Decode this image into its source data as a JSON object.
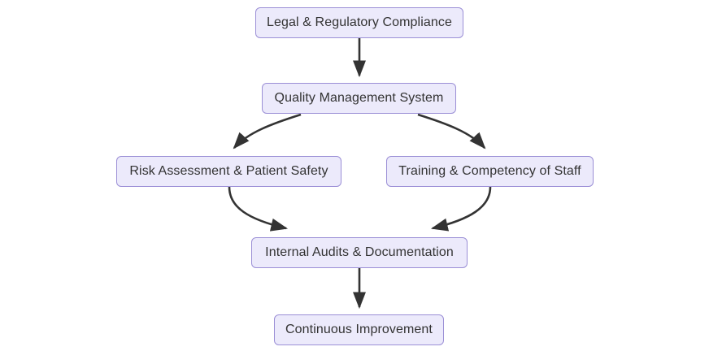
{
  "diagram": {
    "type": "flowchart",
    "direction": "top-to-bottom",
    "background_color": "#ffffff",
    "node_fill_color": "#ECEAFB",
    "node_border_color": "#9B8FD6",
    "node_text_color": "#333333",
    "edge_color": "#333333",
    "nodes": [
      {
        "id": "legal",
        "label": "Legal & Regulatory Compliance"
      },
      {
        "id": "quality",
        "label": "Quality Management System"
      },
      {
        "id": "risk",
        "label": "Risk Assessment & Patient Safety"
      },
      {
        "id": "training",
        "label": "Training & Competency of Staff"
      },
      {
        "id": "audits",
        "label": "Internal Audits & Documentation"
      },
      {
        "id": "improve",
        "label": "Continuous Improvement"
      }
    ],
    "edges": [
      {
        "id": "edge-legal-quality",
        "from": "legal",
        "to": "quality",
        "style": "straight-arrow"
      },
      {
        "id": "edge-quality-risk",
        "from": "quality",
        "to": "risk",
        "style": "curved-arrow"
      },
      {
        "id": "edge-quality-training",
        "from": "quality",
        "to": "training",
        "style": "curved-arrow"
      },
      {
        "id": "edge-risk-audits",
        "from": "risk",
        "to": "audits",
        "style": "curved-arrow"
      },
      {
        "id": "edge-training-audits",
        "from": "training",
        "to": "audits",
        "style": "curved-arrow"
      },
      {
        "id": "edge-audits-improve",
        "from": "audits",
        "to": "improve",
        "style": "straight-arrow"
      }
    ]
  }
}
